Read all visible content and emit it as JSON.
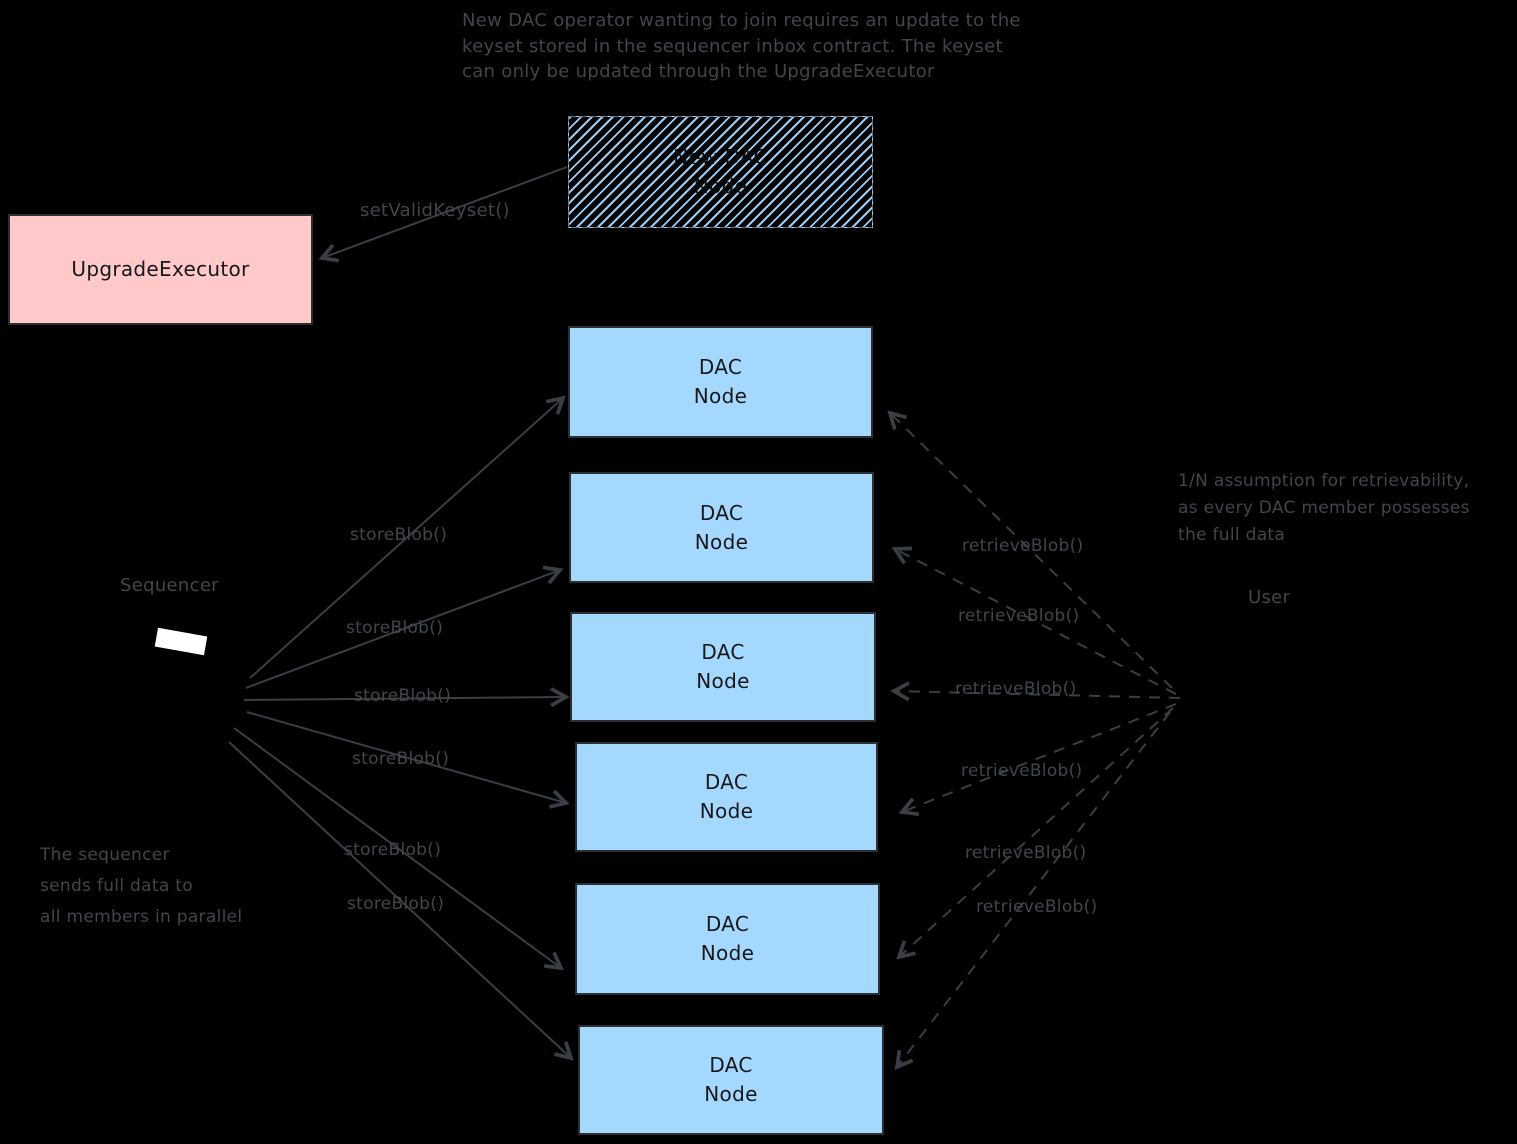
{
  "colors": {
    "background": "#000000",
    "dac_node_fill": "#a5d8ff",
    "upgrade_executor_fill": "#ffc9c9",
    "annotation_text": "#41464c",
    "box_text": "#16181a"
  },
  "top_note": [
    "New DAC operator wanting to join requires an update to the",
    "keyset stored in the sequencer inbox contract. The keyset",
    "can only be updated through the UpgradeExecutor"
  ],
  "nodes": {
    "new_dac_node": "New DAC Node",
    "upgrade_executor": "UpgradeExecutor",
    "sequencer": "Sequencer",
    "user": "User",
    "dac_nodes": [
      "DAC Node",
      "DAC Node",
      "DAC Node",
      "DAC Node",
      "DAC Node",
      "DAC Node"
    ]
  },
  "edges": {
    "set_valid_keyset": "setValidKeyset()",
    "store_blob": [
      "storeBlob()",
      "storeBlob()",
      "storeBlob()",
      "storeBlob()",
      "storeBlob()",
      "storeBlob()"
    ],
    "retrieve_blob": [
      "retrieveBlob()",
      "retrieveBlob()",
      "retrieveBlob()",
      "retrieveBlob()",
      "retrieveBlob()",
      "retrieveBlob()"
    ]
  },
  "notes": {
    "retrievability": [
      "1/N assumption for retrievability,",
      "as every DAC member possesses",
      "the full data"
    ],
    "parallel": [
      "The sequencer",
      "sends full data to",
      "all members in parallel"
    ]
  }
}
